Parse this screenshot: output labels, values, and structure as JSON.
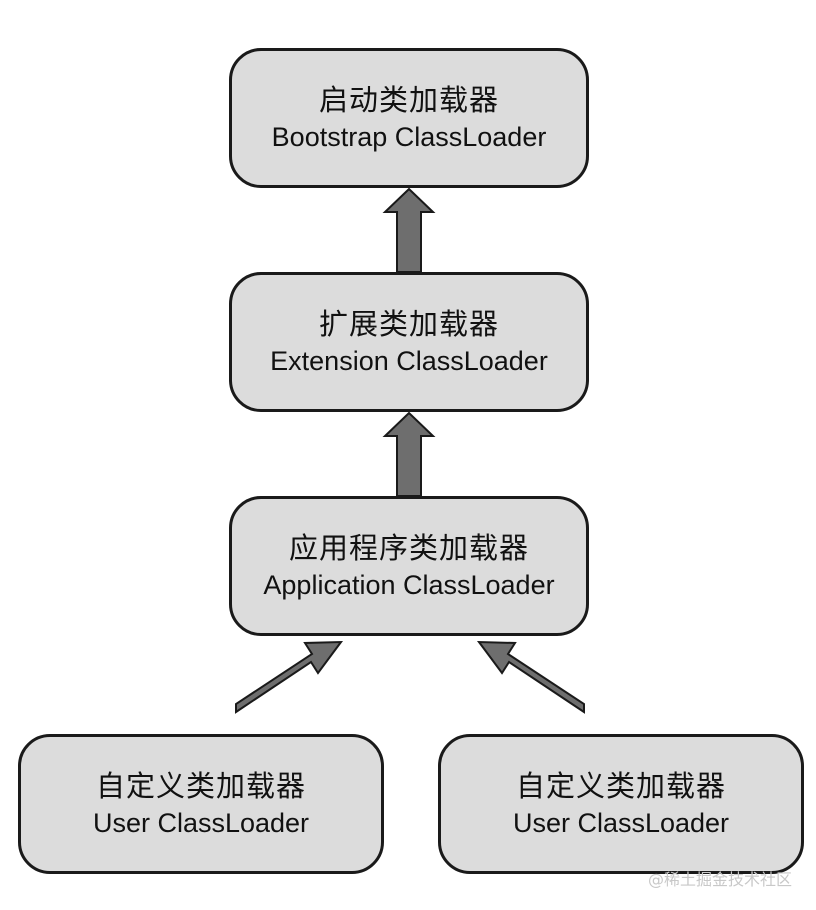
{
  "nodes": {
    "bootstrap": {
      "zh": "启动类加载器",
      "en": "Bootstrap ClassLoader"
    },
    "extension": {
      "zh": "扩展类加载器",
      "en": "Extension ClassLoader"
    },
    "application": {
      "zh": "应用程序类加载器",
      "en": "Application ClassLoader"
    },
    "user_left": {
      "zh": "自定义类加载器",
      "en": "User ClassLoader"
    },
    "user_right": {
      "zh": "自定义类加载器",
      "en": "User ClassLoader"
    }
  },
  "watermark": "@稀土掘金技术社区",
  "colors": {
    "node_fill": "#dcdcdc",
    "node_border": "#1a1a1a",
    "arrow_fill": "#6e6e6e",
    "arrow_border": "#1a1a1a"
  }
}
